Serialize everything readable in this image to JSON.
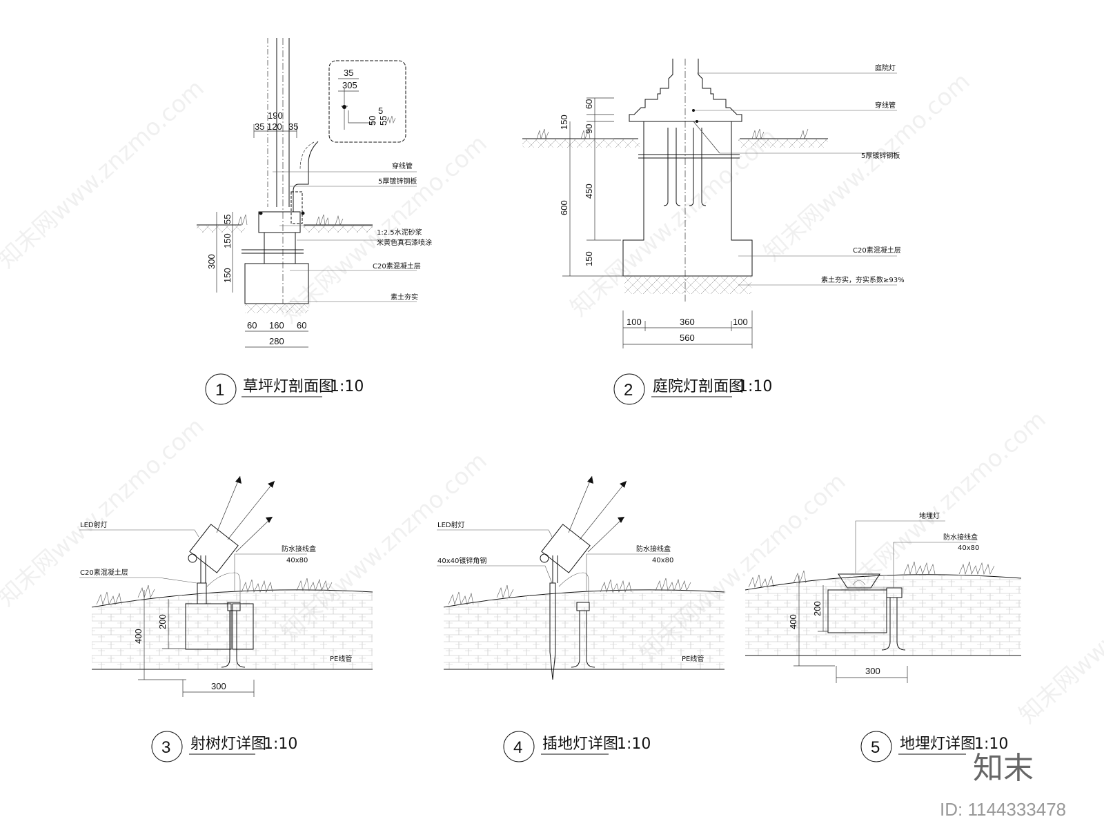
{
  "diagrams": [
    {
      "number": "1",
      "title": "草坪灯剖面图",
      "scale": "1:10",
      "labels": [
        "穿线管",
        "5厚镀锌钢板",
        "1:2.5水泥砂浆",
        "米黄色真石漆喷涂",
        "C20素混凝土层",
        "素土夯实"
      ],
      "dims": {
        "top_total": "190",
        "top_a": "35",
        "top_b": "120",
        "top_c": "35",
        "h_55": "55",
        "h_150a": "150",
        "h_300": "300",
        "h_150b": "150",
        "bot_a": "60",
        "bot_b": "160",
        "bot_c": "60",
        "bot_total": "280"
      },
      "detail": {
        "d35": "35",
        "d305": "305",
        "d5": "5",
        "d50": "50",
        "d55": "55"
      }
    },
    {
      "number": "2",
      "title": "庭院灯剖面图",
      "scale": "1:10",
      "labels": [
        "庭院灯",
        "穿线管",
        "5厚镀锌钢板",
        "C20素混凝土层",
        "素土夯实，夯实系数≥93%"
      ],
      "dims": {
        "h_60": "60",
        "h_150": "150",
        "h_90": "90",
        "h_450": "450",
        "h_600": "600",
        "h_150b": "150",
        "bot_a": "100",
        "bot_b": "360",
        "bot_c": "100",
        "bot_total": "560"
      }
    },
    {
      "number": "3",
      "title": "射树灯详图",
      "scale": "1:10",
      "labels": [
        "LED射灯",
        "C20素混凝土层",
        "防水接线盒",
        "40x80",
        "PE线管"
      ],
      "dims": {
        "h_400": "400",
        "h_200": "200",
        "w_300": "300"
      }
    },
    {
      "number": "4",
      "title": "插地灯详图",
      "scale": "1:10",
      "labels": [
        "LED射灯",
        "40x40镀锌角钢",
        "防水接线盒",
        "40x80",
        "PE线管"
      ]
    },
    {
      "number": "5",
      "title": "地埋灯详图",
      "scale": "1:10",
      "labels": [
        "地埋灯",
        "防水接线盒",
        "40x80"
      ],
      "dims": {
        "h_400": "400",
        "h_200": "200",
        "w_300": "300"
      }
    }
  ],
  "watermark": "知末网www.znzmo.com",
  "brand": "知末",
  "id_label": "ID: 1144333478"
}
